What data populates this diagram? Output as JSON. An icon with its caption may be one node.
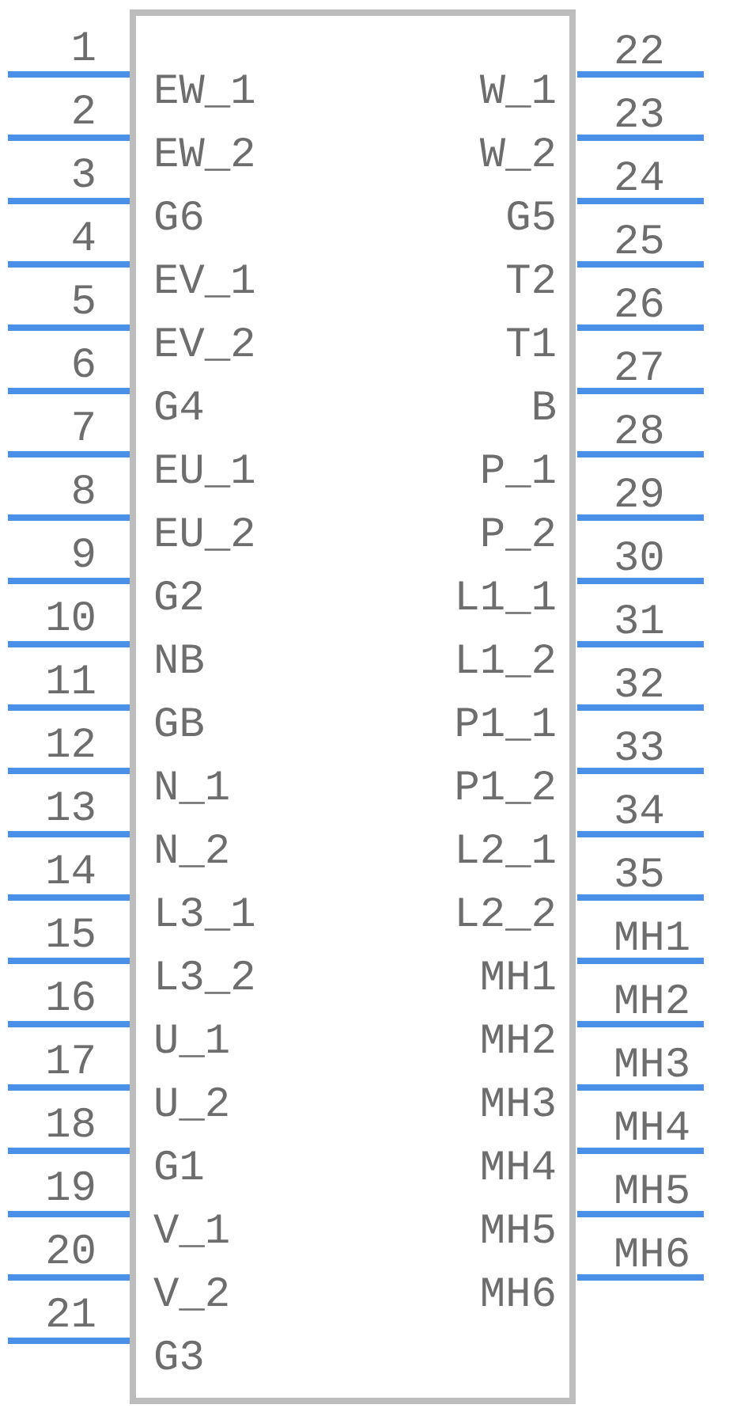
{
  "diagram": {
    "nodes": [
      {
        "text": [
          "EW_1",
          "EW_2",
          "G6",
          "EV_1",
          "EV_2",
          "G4",
          "EU_1",
          "EU_2",
          "G2",
          "NB",
          "GB",
          "N_1",
          "N_2",
          "L3_1",
          "L3_2",
          "U_1",
          "U_2",
          "G1",
          "V_1",
          "V_2",
          "G3",
          "W_1",
          "W_2",
          "G5",
          "T2",
          "T1",
          "B",
          "P_1",
          "P_2",
          "L1_1",
          "L1_2",
          "P1_1",
          "P1_2",
          "L2_1",
          "L2_2",
          "MH1",
          "MH2",
          "MH3",
          "MH4",
          "MH5",
          "MH6"
        ]
      }
    ],
    "labels": [
      "1",
      "2",
      "3",
      "4",
      "5",
      "6",
      "7",
      "8",
      "9",
      "10",
      "11",
      "12",
      "13",
      "14",
      "15",
      "16",
      "17",
      "18",
      "19",
      "20",
      "21",
      "22",
      "23",
      "24",
      "25",
      "26",
      "27",
      "28",
      "29",
      "30",
      "31",
      "32",
      "33",
      "34",
      "35",
      "MH1",
      "MH2",
      "MH3",
      "MH4",
      "MH5",
      "MH6"
    ]
  }
}
